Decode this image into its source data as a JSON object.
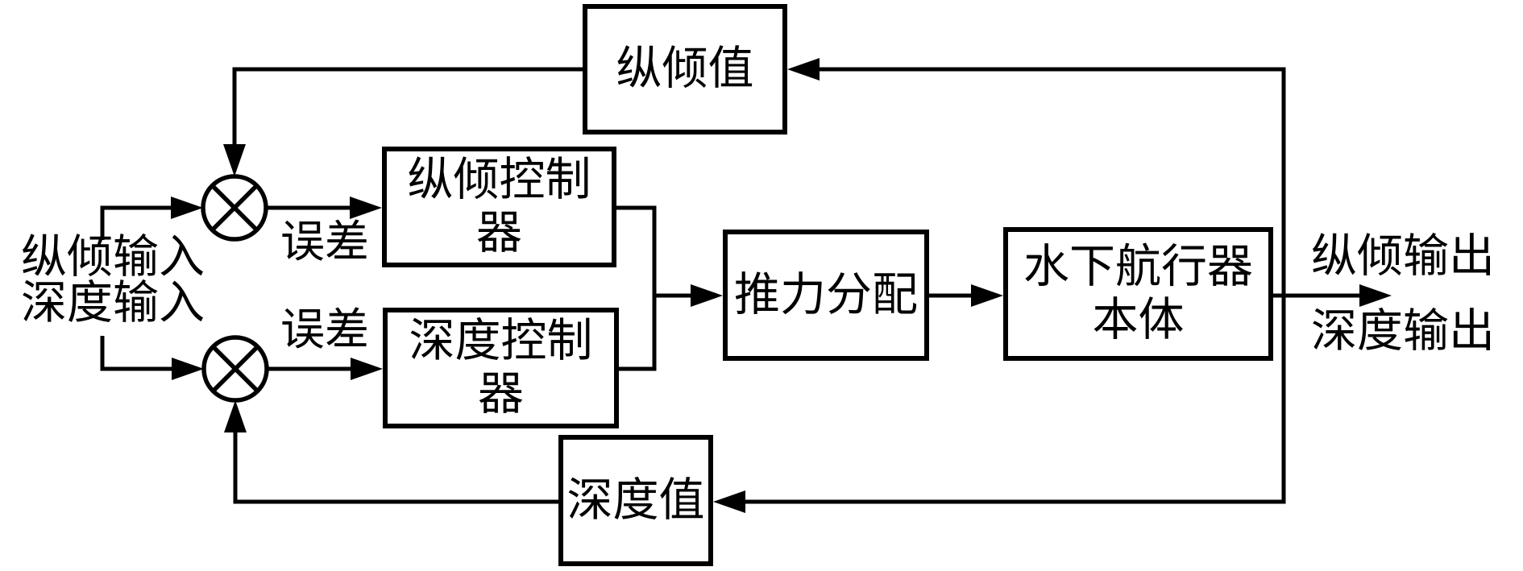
{
  "diagram": {
    "colors": {
      "line": "#000000",
      "background": "#ffffff",
      "box_fill": "#ffffff"
    },
    "boxes": {
      "pitch_value": "纵倾值",
      "pitch_controller": "纵倾控制器",
      "depth_controller": "深度控制器",
      "thrust_allocation": "推力分配",
      "vehicle_body": "水下航行器\n本体",
      "depth_value": "深度值"
    },
    "labels": {
      "inputs": "纵倾输入\n深度输入",
      "error_pitch": "误差",
      "error_depth": "误差",
      "output_pitch": "纵倾输出",
      "output_depth": "深度输出"
    }
  }
}
